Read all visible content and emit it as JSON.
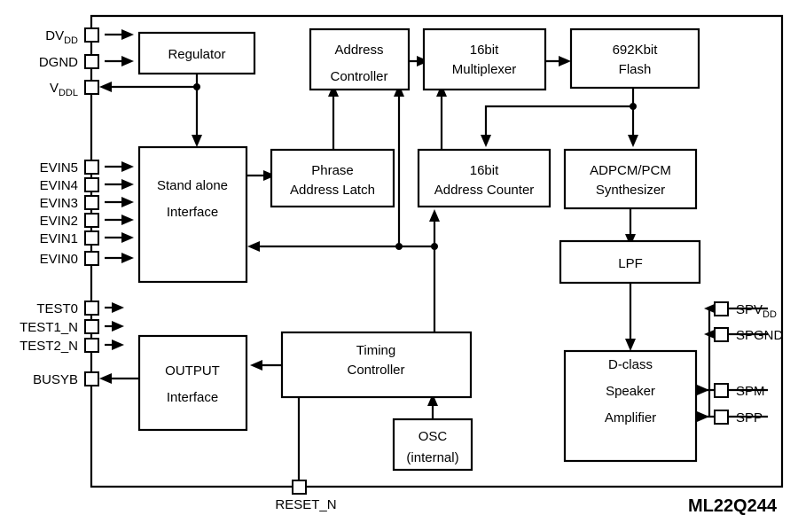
{
  "diagram": {
    "part_number": "ML22Q244",
    "blocks": [
      {
        "id": "regulator",
        "lines": [
          "Regulator"
        ]
      },
      {
        "id": "addr_ctrl",
        "lines": [
          "Address",
          "Controller"
        ]
      },
      {
        "id": "mux",
        "lines": [
          "16bit",
          "Multiplexer"
        ]
      },
      {
        "id": "flash",
        "lines": [
          "692Kbit",
          "Flash"
        ]
      },
      {
        "id": "standalone",
        "lines": [
          "Stand alone",
          "Interface"
        ]
      },
      {
        "id": "latch",
        "lines": [
          "Phrase",
          "Address Latch"
        ]
      },
      {
        "id": "counter",
        "lines": [
          "16bit",
          "Address Counter"
        ]
      },
      {
        "id": "adpcm",
        "lines": [
          "ADPCM/PCM",
          "Synthesizer"
        ]
      },
      {
        "id": "lpf",
        "lines": [
          "LPF"
        ]
      },
      {
        "id": "output_if",
        "lines": [
          "OUTPUT",
          "Interface"
        ]
      },
      {
        "id": "timing",
        "lines": [
          "Timing",
          "Controller"
        ]
      },
      {
        "id": "osc",
        "lines": [
          "OSC",
          "(internal)"
        ]
      },
      {
        "id": "dclass",
        "lines": [
          "D-class",
          "Speaker",
          "Amplifier"
        ]
      }
    ],
    "pins_left": [
      {
        "id": "dvdd",
        "base": "DV",
        "sub": "DD",
        "direction": "in"
      },
      {
        "id": "dgnd",
        "base": "DGND",
        "sub": "",
        "direction": "in"
      },
      {
        "id": "vddl",
        "base": "V",
        "sub": "DDL",
        "direction": "out"
      },
      {
        "id": "evin5",
        "base": "EVIN5",
        "sub": "",
        "direction": "in"
      },
      {
        "id": "evin4",
        "base": "EVIN4",
        "sub": "",
        "direction": "in"
      },
      {
        "id": "evin3",
        "base": "EVIN3",
        "sub": "",
        "direction": "in"
      },
      {
        "id": "evin2",
        "base": "EVIN2",
        "sub": "",
        "direction": "in"
      },
      {
        "id": "evin1",
        "base": "EVIN1",
        "sub": "",
        "direction": "in"
      },
      {
        "id": "evin0",
        "base": "EVIN0",
        "sub": "",
        "direction": "in"
      },
      {
        "id": "test0",
        "base": "TEST0",
        "sub": "",
        "direction": "in"
      },
      {
        "id": "test1n",
        "base": "TEST1_N",
        "sub": "",
        "direction": "in"
      },
      {
        "id": "test2n",
        "base": "TEST2_N",
        "sub": "",
        "direction": "in"
      },
      {
        "id": "busyb",
        "base": "BUSYB",
        "sub": "",
        "direction": "out"
      }
    ],
    "pins_right": [
      {
        "id": "spvdd",
        "base": "SPV",
        "sub": "DD",
        "direction": "out"
      },
      {
        "id": "spgnd",
        "base": "SPGND",
        "sub": "",
        "direction": "out"
      },
      {
        "id": "spm",
        "base": "SPM",
        "sub": "",
        "direction": "in"
      },
      {
        "id": "spp",
        "base": "SPP",
        "sub": "",
        "direction": "in"
      }
    ],
    "pins_bottom": [
      {
        "id": "reset_n",
        "base": "RESET_N",
        "sub": "",
        "direction": "in"
      }
    ],
    "colors": {
      "line": "#000000",
      "fill": "#ffffff",
      "text": "#000000"
    }
  }
}
